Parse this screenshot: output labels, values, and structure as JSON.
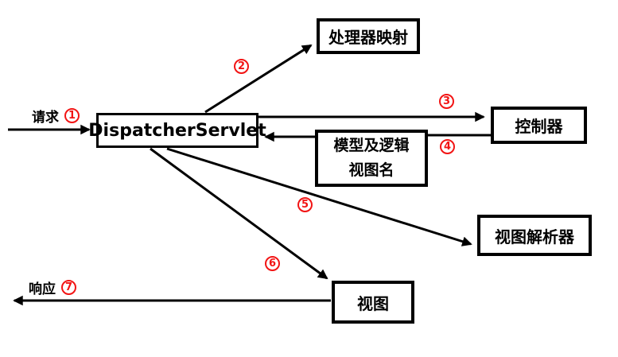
{
  "diagram": {
    "colors": {
      "line": "#000000",
      "box_border": "#000000",
      "box_fill": "#ffffff",
      "step_accent": "#f21414",
      "background": "#ffffff"
    },
    "nodes": [
      {
        "id": "dispatcher-servlet",
        "label": "DispatcherServlet"
      },
      {
        "id": "handler-mapping",
        "label": "处理器映射"
      },
      {
        "id": "controller",
        "label": "控制器"
      },
      {
        "id": "model-and-logical-view-name",
        "label_line1": "模型及逻辑",
        "label_line2": "视图名"
      },
      {
        "id": "view-resolver",
        "label": "视图解析器"
      },
      {
        "id": "view",
        "label": "视图"
      }
    ],
    "labels": {
      "request": "请求",
      "response": "响应"
    },
    "steps": [
      "1",
      "2",
      "3",
      "4",
      "5",
      "6",
      "7"
    ]
  }
}
